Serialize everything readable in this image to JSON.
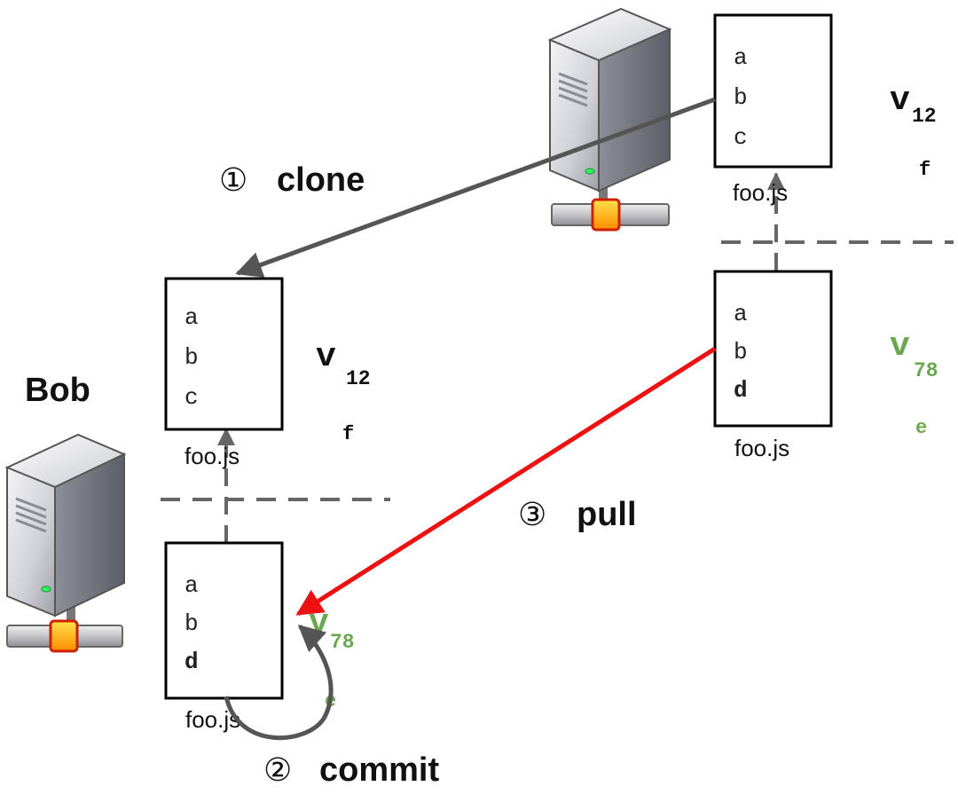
{
  "people": {
    "bob": "Bob"
  },
  "colors": {
    "version_black": "#111111",
    "version_green": "#6aa84f",
    "clone_arrow": "#555555",
    "pull_arrow": "#ee1111",
    "commit_arrow": "#555555",
    "dashed": "#666666"
  },
  "steps": {
    "clone": {
      "num": "①",
      "label": "clone"
    },
    "commit": {
      "num": "②",
      "label": "commit"
    },
    "pull": {
      "num": "③",
      "label": "pull"
    }
  },
  "servers": {
    "remote": {
      "icon": "server-icon"
    },
    "bob": {
      "icon": "server-icon"
    }
  },
  "remote_repo": {
    "old": {
      "lines": [
        "a",
        "b",
        "c"
      ],
      "filename": "foo.js",
      "version": "v",
      "version_sub": "12",
      "version_name": "f"
    },
    "new": {
      "lines": [
        "a",
        "b",
        "d"
      ],
      "filename": "foo.js",
      "version": "v",
      "version_sub": "78",
      "version_name": "e"
    }
  },
  "bob_repo": {
    "old": {
      "lines": [
        "a",
        "b",
        "c"
      ],
      "filename": "foo.js",
      "version": "v",
      "version_sub": "12",
      "version_name": "f"
    },
    "new": {
      "lines": [
        "a",
        "b",
        "d"
      ],
      "filename": "foo.js",
      "version": "v",
      "version_sub": "78",
      "version_name": "e"
    }
  }
}
